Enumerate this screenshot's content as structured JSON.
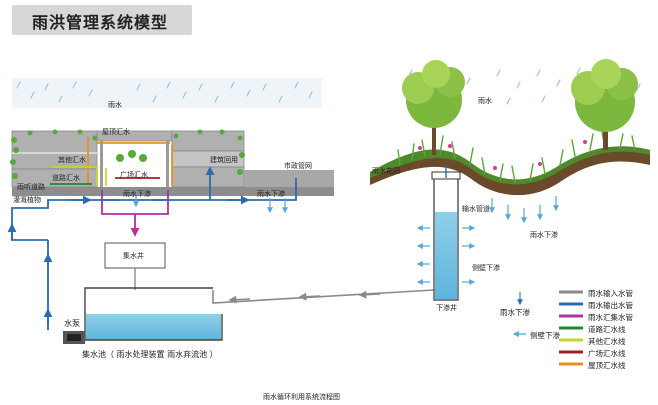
{
  "title": "雨洪管理系统模型",
  "caption": "雨水循环利用系统流程图",
  "labels": {
    "rain_left": "雨水",
    "rain_right": "雨水",
    "roof_collect": "屋顶汇水",
    "other_collect": "其他汇水",
    "plaza_collect": "广场汇水",
    "road_collect": "道路汇水",
    "building_reuse": "建筑回用",
    "municipal_pipe": "市政管网",
    "rain_road": "雨听道路",
    "irrigation_plants": "灌溉植物",
    "rain_infiltrate_mid": "雨水下渗",
    "rain_infiltrate_right": "雨水下渗",
    "rain_infiltrate_far": "雨水下渗",
    "collection_well": "集水井",
    "pump": "水泵",
    "cistern": "集水池（ 雨水处理装置   雨水弃流池 ）",
    "rain_garden": "雨水花园",
    "delivery_pipe": "输水管道",
    "side_infiltrate": "侧壁下渗",
    "infiltration_well": "下渗井"
  },
  "legend": [
    {
      "label": "雨水下渗",
      "kind": "arrow-down",
      "color": "#3a7fc4"
    },
    {
      "label": "侧壁下渗",
      "kind": "arrow-left",
      "color": "#3aa1c8"
    },
    {
      "label": "雨水输入水管",
      "kind": "line",
      "color": "#8a8a8a"
    },
    {
      "label": "雨水输出水管",
      "kind": "line",
      "color": "#2b6cb0"
    },
    {
      "label": "雨水汇集水管",
      "kind": "line",
      "color": "#b0309c"
    },
    {
      "label": "道路汇水线",
      "kind": "line",
      "color": "#1f8a2e"
    },
    {
      "label": "其他汇水线",
      "kind": "line",
      "color": "#c8d32a"
    },
    {
      "label": "广场汇水线",
      "kind": "line",
      "color": "#a01f2a"
    },
    {
      "label": "屋顶汇水线",
      "kind": "line",
      "color": "#e6921e"
    }
  ]
}
